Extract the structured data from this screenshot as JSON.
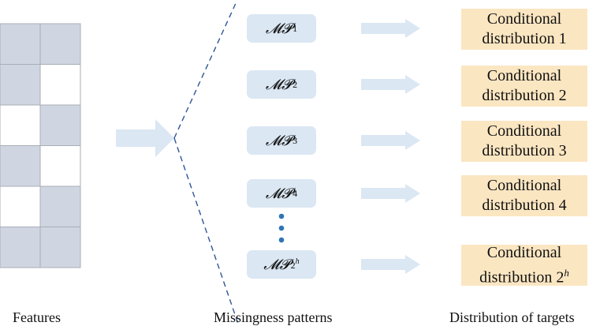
{
  "feature_grid": {
    "rows": 6,
    "cols": 2,
    "observed": [
      [
        1,
        1
      ],
      [
        1,
        0
      ],
      [
        0,
        1
      ],
      [
        1,
        0
      ],
      [
        0,
        1
      ],
      [
        1,
        1
      ]
    ],
    "observed_color": "#d0d6e1",
    "missing_color": "#ffffff",
    "line_color": "#a8aeb7"
  },
  "patterns": [
    {
      "label": "𝓜𝓟",
      "sub": "1",
      "sup": ""
    },
    {
      "label": "𝓜𝓟",
      "sub": "2",
      "sup": ""
    },
    {
      "label": "𝓜𝓟",
      "sub": "3",
      "sup": ""
    },
    {
      "label": "𝓜𝓟",
      "sub": "4",
      "sup": ""
    },
    {
      "label": "𝓜𝓟",
      "sub": "2",
      "sup": "h"
    }
  ],
  "distributions": [
    {
      "line1": "Conditional",
      "line2": "distribution 1",
      "sup": ""
    },
    {
      "line1": "Conditional",
      "line2": "distribution 2",
      "sup": ""
    },
    {
      "line1": "Conditional",
      "line2": "distribution 3",
      "sup": ""
    },
    {
      "line1": "Conditional",
      "line2": "distribution 4",
      "sup": ""
    },
    {
      "line1": "Conditional",
      "line2": "distribution 2",
      "sup": "h"
    }
  ],
  "labels": {
    "features": "Features",
    "patterns": "Missingness patterns",
    "targets": "Distribution of targets"
  },
  "colors": {
    "arrow": "#dbe7f3",
    "dashed_line": "#2f5597",
    "dots": "#2e75b6",
    "pattern_box": "#dbe7f3",
    "distribution_box": "#fbe6c2"
  }
}
